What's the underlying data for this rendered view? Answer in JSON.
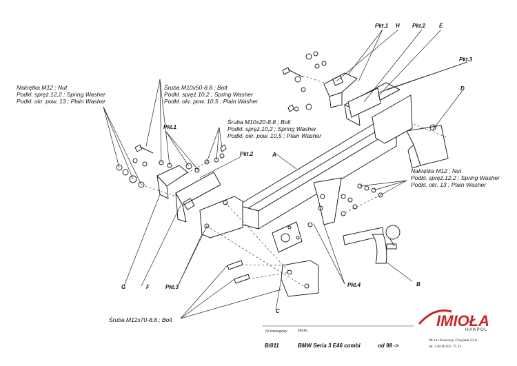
{
  "labels": {
    "pkt1_top": "Pkt.1",
    "h": "H",
    "pkt2_top": "Pkt.2",
    "e": "E",
    "pkt3_top": "Pkt.3",
    "d": "D",
    "pkt1_left": "Pkt.1",
    "pkt2_left": "Pkt.2",
    "a": "A",
    "g": "G",
    "f": "F",
    "pkt3_bottom": "Pkt.3",
    "pkt4": "Pkt.4",
    "b": "B",
    "c": "C"
  },
  "callouts": {
    "nut_left": [
      "Nakrętka  M12 ; Nut",
      "Podkł. spręż.12,2 ; Spring Washer",
      "Podkł. okr. pow. 13 ; Plain Washer"
    ],
    "bolt_m10x50": [
      "Śruba M10x50-8.8 ;  Bolt",
      "Podkł. spręż.10,2 ; Spring Washer",
      "Podkł. okr. pow. 10,5 ; Plain Washer"
    ],
    "bolt_m10x20": [
      "Śruba M10x20-8.8 ;  Bolt",
      "Podkł. spręż.10,2 ; Spring Washer",
      "Podkł. okr. pow. 10,5 ; Plain Washer"
    ],
    "nut_right": [
      "Nakrętka  M12 ; Nut",
      "Podkł. spręż.12,2 ; Spring Washer",
      "Podkł. okr. 13 ; Plain Washer"
    ],
    "bolt_m12x70": "Śruba M12x70-8.8 ;  Bolt"
  },
  "footer": {
    "catalog_caption": "Nr katalogowy",
    "brand_caption": "Marka",
    "catalog_no": "B/011",
    "model": "BMW Seria 3 E46 combi",
    "from_year": "od 98 ->",
    "logo": "IMIOŁA",
    "logo_sub": "HAKPOL",
    "address": "96-111 Kowiesy, Chojnata 23 A",
    "phone": "tel. +48 46 831 75 31"
  },
  "colors": {
    "line": "#222222",
    "logo": "#c62828"
  }
}
